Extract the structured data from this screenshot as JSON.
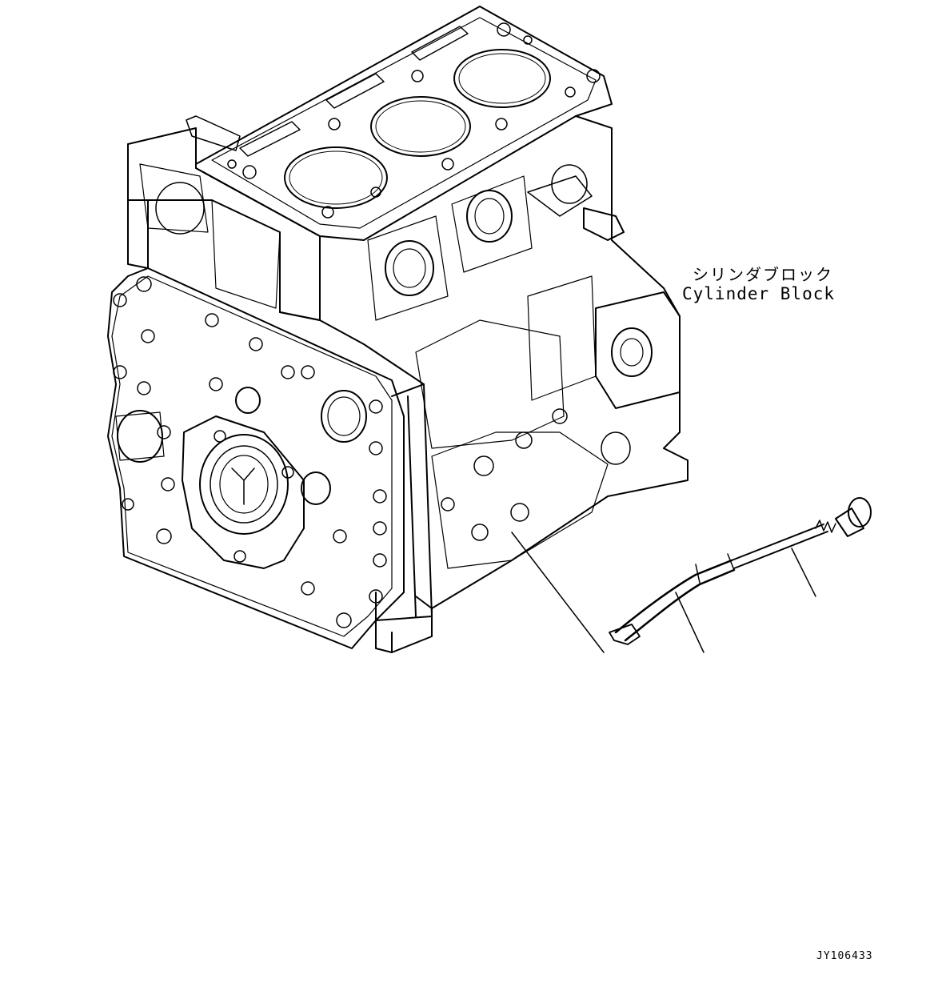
{
  "callout": {
    "label_jp": "シリンダブロック",
    "label_en": "Cylinder Block"
  },
  "drawing_id": "JY106433",
  "parts": {
    "main_part": "cylinder-block",
    "accessory": "oil-level-gauge-dipstick"
  }
}
